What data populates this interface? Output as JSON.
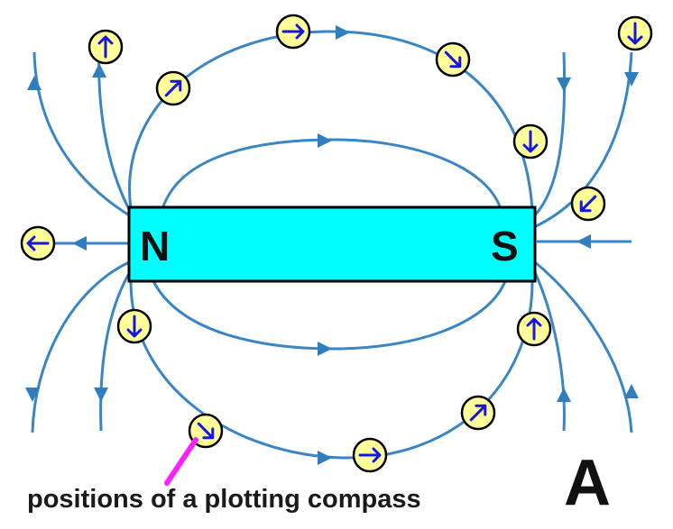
{
  "magnet": {
    "north_label": "N",
    "south_label": "S",
    "body_color": "#00ffff"
  },
  "caption": "positions of a plotting compass",
  "figure_label": "A",
  "colors": {
    "field_lines": "#3a86c4",
    "compass_face": "#ffff99",
    "compass_needle": "#1616e0",
    "pointer": "#ff22ff"
  },
  "compasses": [
    {
      "name": "compass-top-left-far",
      "direction": "up"
    },
    {
      "name": "compass-upper-left",
      "direction": "up-right"
    },
    {
      "name": "compass-top-center",
      "direction": "right"
    },
    {
      "name": "compass-upper-right",
      "direction": "down-right"
    },
    {
      "name": "compass-right-upper",
      "direction": "down"
    },
    {
      "name": "compass-top-right-far",
      "direction": "down"
    },
    {
      "name": "compass-right-near-s",
      "direction": "down-left"
    },
    {
      "name": "compass-left-of-n",
      "direction": "left"
    },
    {
      "name": "compass-lower-left",
      "direction": "down"
    },
    {
      "name": "compass-bottom-left",
      "direction": "down-right"
    },
    {
      "name": "compass-bottom-center",
      "direction": "right"
    },
    {
      "name": "compass-lower-right",
      "direction": "up-right"
    },
    {
      "name": "compass-right-lower",
      "direction": "up"
    }
  ]
}
